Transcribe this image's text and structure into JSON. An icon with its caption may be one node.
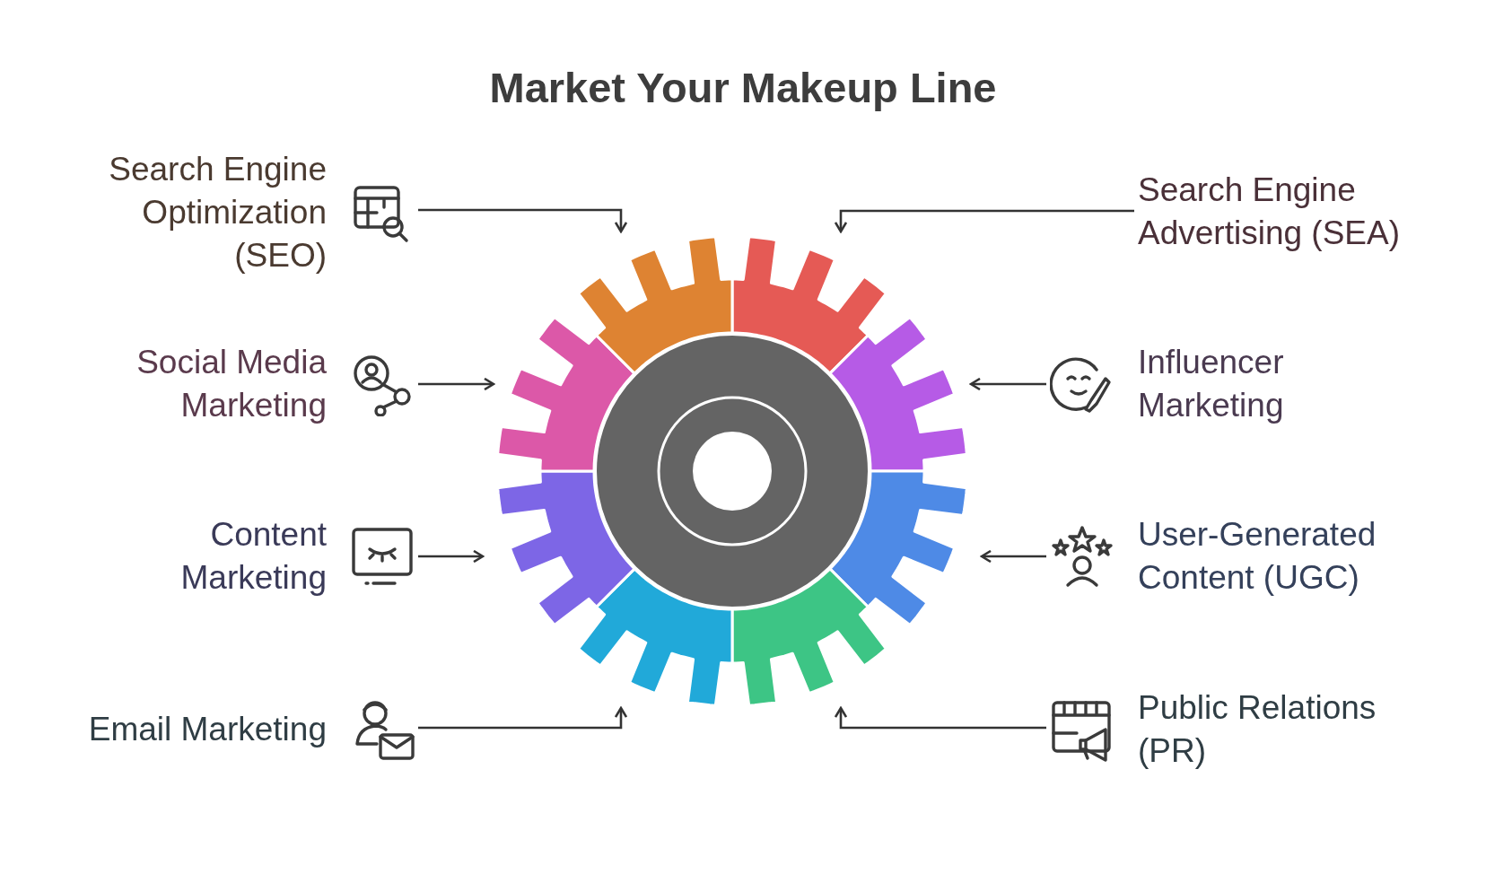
{
  "diagram": {
    "title": "Market Your Makeup Line",
    "nodes": [
      {
        "text": [
          "Search Engine Optimization (SEO)"
        ]
      },
      {
        "text": [
          "Search Engine Advertising (SEA)"
        ]
      },
      {
        "text": [
          "Social Media Marketing"
        ]
      },
      {
        "text": [
          "Influencer Marketing"
        ]
      },
      {
        "text": [
          "Content Marketing"
        ]
      },
      {
        "text": [
          "User-Generated Content (UGC)"
        ]
      },
      {
        "text": [
          "Email Marketing"
        ]
      },
      {
        "text": [
          "Public Relations (PR)"
        ]
      },
      {
        "text": [],
        "shape": "sector"
      },
      {
        "text": [],
        "shape": "sector"
      },
      {
        "text": [],
        "shape": "sector"
      },
      {
        "text": [],
        "shape": "sector"
      },
      {
        "text": [],
        "shape": "sector"
      },
      {
        "text": [],
        "shape": "sector"
      },
      {
        "text": [],
        "shape": "sector"
      },
      {
        "text": [],
        "shape": "sector"
      }
    ],
    "edges": [
      {
        "from": 0,
        "to": 15,
        "arrow": "to"
      },
      {
        "from": 1,
        "to": 8,
        "arrow": "to"
      },
      {
        "from": 2,
        "to": 14,
        "arrow": "to"
      },
      {
        "from": 3,
        "to": 9,
        "arrow": "to"
      },
      {
        "from": 4,
        "to": 13,
        "arrow": "to"
      },
      {
        "from": 5,
        "to": 10,
        "arrow": "to"
      },
      {
        "from": 6,
        "to": 12,
        "arrow": "to"
      },
      {
        "from": 7,
        "to": 11,
        "arrow": "to"
      }
    ]
  }
}
